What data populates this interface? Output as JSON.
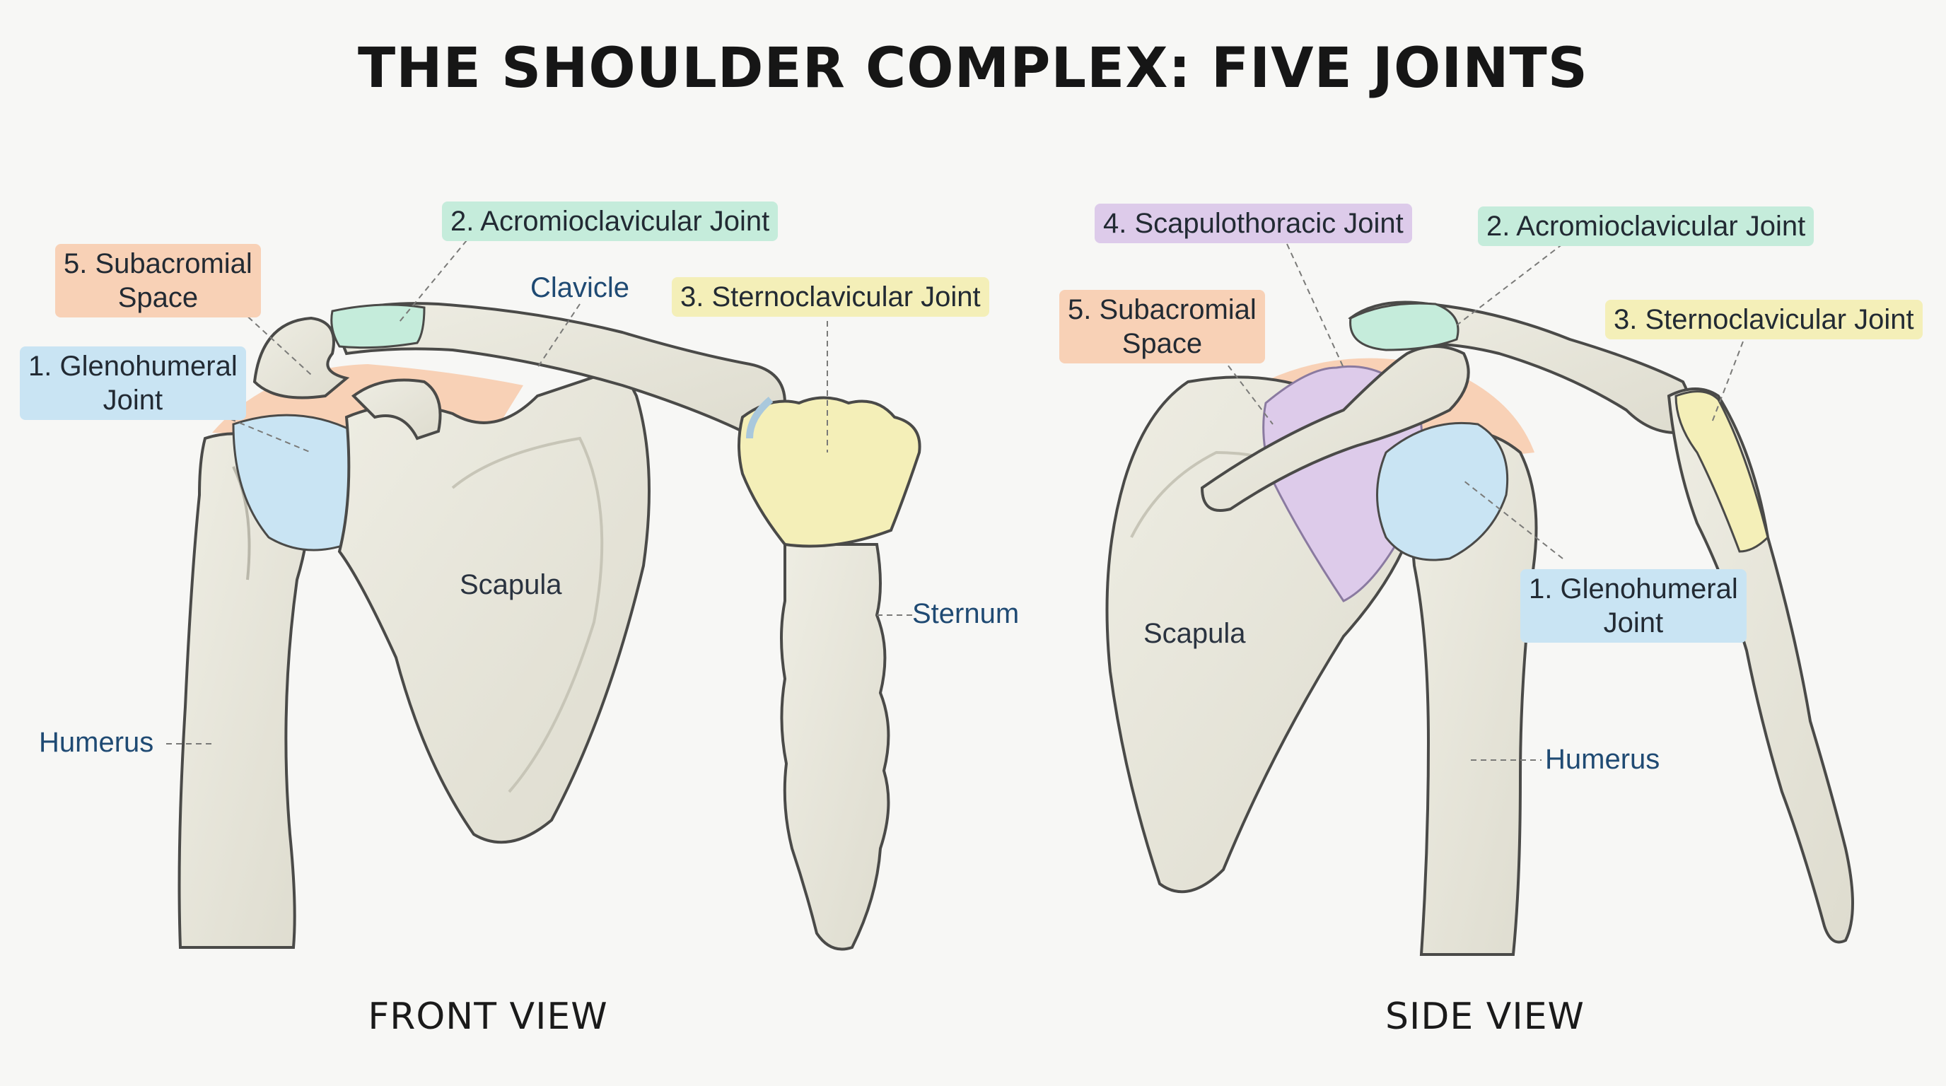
{
  "title": "THE SHOULDER COMPLEX: FIVE JOINTS",
  "colors": {
    "bone_fill": "#e7e6da",
    "bone_outline": "#4a4a48",
    "glenohumeral": "#c9e4f3",
    "subacromial": "#f8d1b6",
    "acromioclavicular": "#c5ecdb",
    "sternoclavicular": "#f4efb8",
    "scapulothoracic": "#ddcbea",
    "label_blue": "#1f4a73"
  },
  "front_view": {
    "caption": "FRONT VIEW",
    "joints": {
      "glenohumeral": "1. Glenohumeral\nJoint",
      "acromioclavicular": "2. Acromioclavicular Joint",
      "sternoclavicular": "3. Sternoclavicular Joint",
      "subacromial": "5. Subacromial\nSpace"
    },
    "bones": {
      "clavicle": "Clavicle",
      "scapula": "Scapula",
      "sternum": "Sternum",
      "humerus": "Humerus"
    }
  },
  "side_view": {
    "caption": "SIDE VIEW",
    "joints": {
      "scapulothoracic": "4. Scapulothoracic Joint",
      "acromioclavicular": "2. Acromioclavicular Joint",
      "subacromial": "5. Subacromial\nSpace",
      "sternoclavicular": "3. Sternoclavicular Joint",
      "glenohumeral": "1. Glenohumeral\nJoint"
    },
    "bones": {
      "scapula": "Scapula",
      "humerus": "Humerus"
    }
  }
}
